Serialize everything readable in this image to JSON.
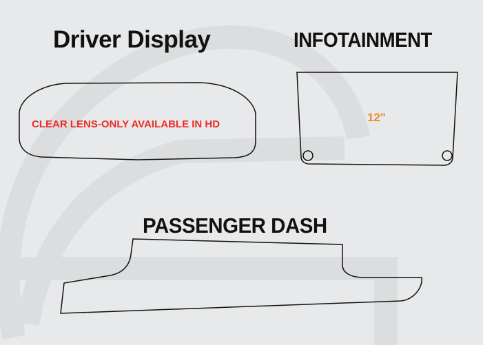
{
  "sections": {
    "driver_display": {
      "title": "Driver Display",
      "note": "CLEAR LENS-ONLY AVAILABLE IN HD"
    },
    "infotainment": {
      "title": "INFOTAINMENT",
      "size": "12\""
    },
    "passenger_dash": {
      "title": "PASSENGER DASH"
    }
  },
  "colors": {
    "note": "#ee2a24",
    "size": "#f38a24",
    "outline": "#111111",
    "background": "#e8e9ea"
  }
}
